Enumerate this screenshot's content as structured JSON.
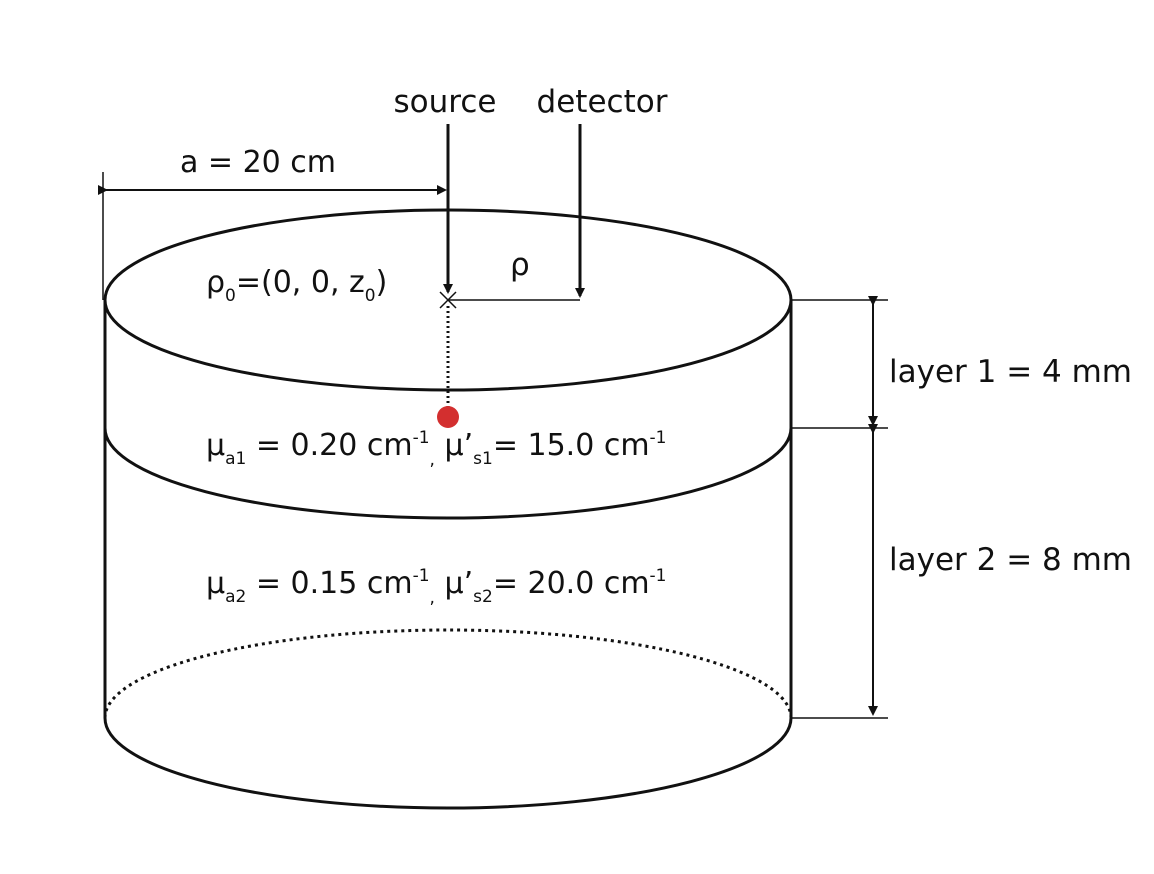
{
  "labels": {
    "source": "source",
    "detector": "detector",
    "radius": "a = 20 cm",
    "rho": "ρ",
    "rho0_head": "ρ",
    "rho0_sub": "0",
    "rho0_mid": "=(0, 0, z",
    "rho0_sub2": "0",
    "rho0_tail": ")",
    "layer1": "layer 1 = 4 mm",
    "layer2": "layer 2 = 8 mm"
  },
  "layer1_props": {
    "mu_a": "μ",
    "mu_a_sub": "a1",
    "mu_a_value": " = 0.20 cm",
    "mu_a_sup": "-1",
    "sep": ",",
    "mu_s": " μ’",
    "mu_s_sub": "s1",
    "mu_s_value": "= 15.0 cm",
    "mu_s_sup": "-1"
  },
  "layer2_props": {
    "mu_a": "μ",
    "mu_a_sub": "a2",
    "mu_a_value": " = 0.15 cm",
    "mu_a_sup": "-1",
    "sep": ",",
    "mu_s": " μ’",
    "mu_s_sub": "s2",
    "mu_s_value": "= 20.0 cm",
    "mu_s_sup": "-1"
  },
  "colors": {
    "stroke": "#111111",
    "source_point": "#d32f2f"
  }
}
